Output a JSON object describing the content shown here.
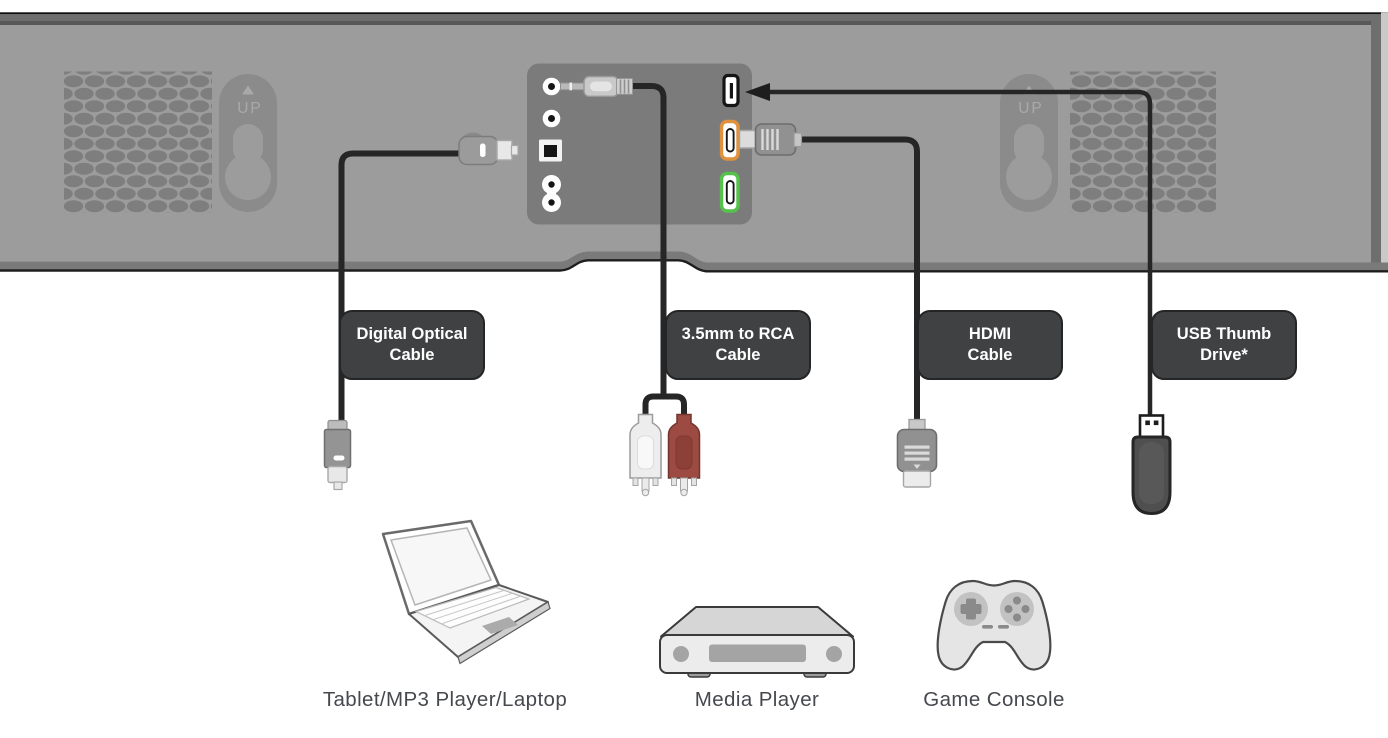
{
  "soundbar": {
    "up_label": "UP",
    "ports": [
      {
        "name": "3.5mm-aux-jack"
      },
      {
        "name": "3.5mm-jack-2"
      },
      {
        "name": "optical-digital-port"
      },
      {
        "name": "power-port"
      },
      {
        "name": "usb-port"
      },
      {
        "name": "hdmi-port-orange",
        "accent": "#E0913D"
      },
      {
        "name": "hdmi-port-green",
        "accent": "#56C14C"
      }
    ]
  },
  "cable_labels": [
    {
      "line1": "Digital Optical",
      "line2": "Cable"
    },
    {
      "line1": "3.5mm to RCA",
      "line2": "Cable"
    },
    {
      "line1": "HDMI",
      "line2": "Cable"
    },
    {
      "line1": "USB Thumb",
      "line2": "Drive*"
    }
  ],
  "devices": [
    {
      "caption": "Tablet/MP3 Player/Laptop",
      "icon": "laptop-icon"
    },
    {
      "caption": "Media Player",
      "icon": "media-player-icon"
    },
    {
      "caption": "Game Console",
      "icon": "gamepad-icon"
    }
  ],
  "colors": {
    "bar_body": "#9C9C9C",
    "panel": "#7B7B7B",
    "grille_dot": "#7E7E7E",
    "label_background": "#3F4142",
    "cable": "#262626",
    "hdmi_port_orange": "#E0913D",
    "hdmi_port_green": "#56C14C",
    "rca_red": "#9D4B42"
  }
}
